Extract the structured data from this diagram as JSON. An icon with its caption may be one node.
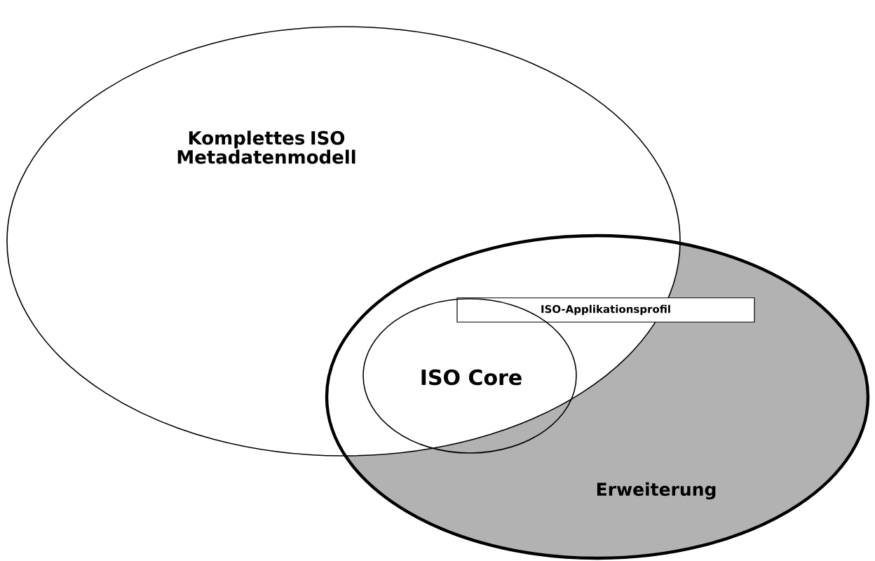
{
  "diagram": {
    "nodes": [
      {
        "text": [
          "Komplettes ISO Metadatenmodell"
        ]
      },
      {
        "text": [
          "ISO-Applikationsprofil"
        ]
      },
      {
        "text": [
          "ISO Core"
        ]
      },
      {
        "text": [
          "Erweiterung"
        ],
        "in": 1
      }
    ]
  }
}
